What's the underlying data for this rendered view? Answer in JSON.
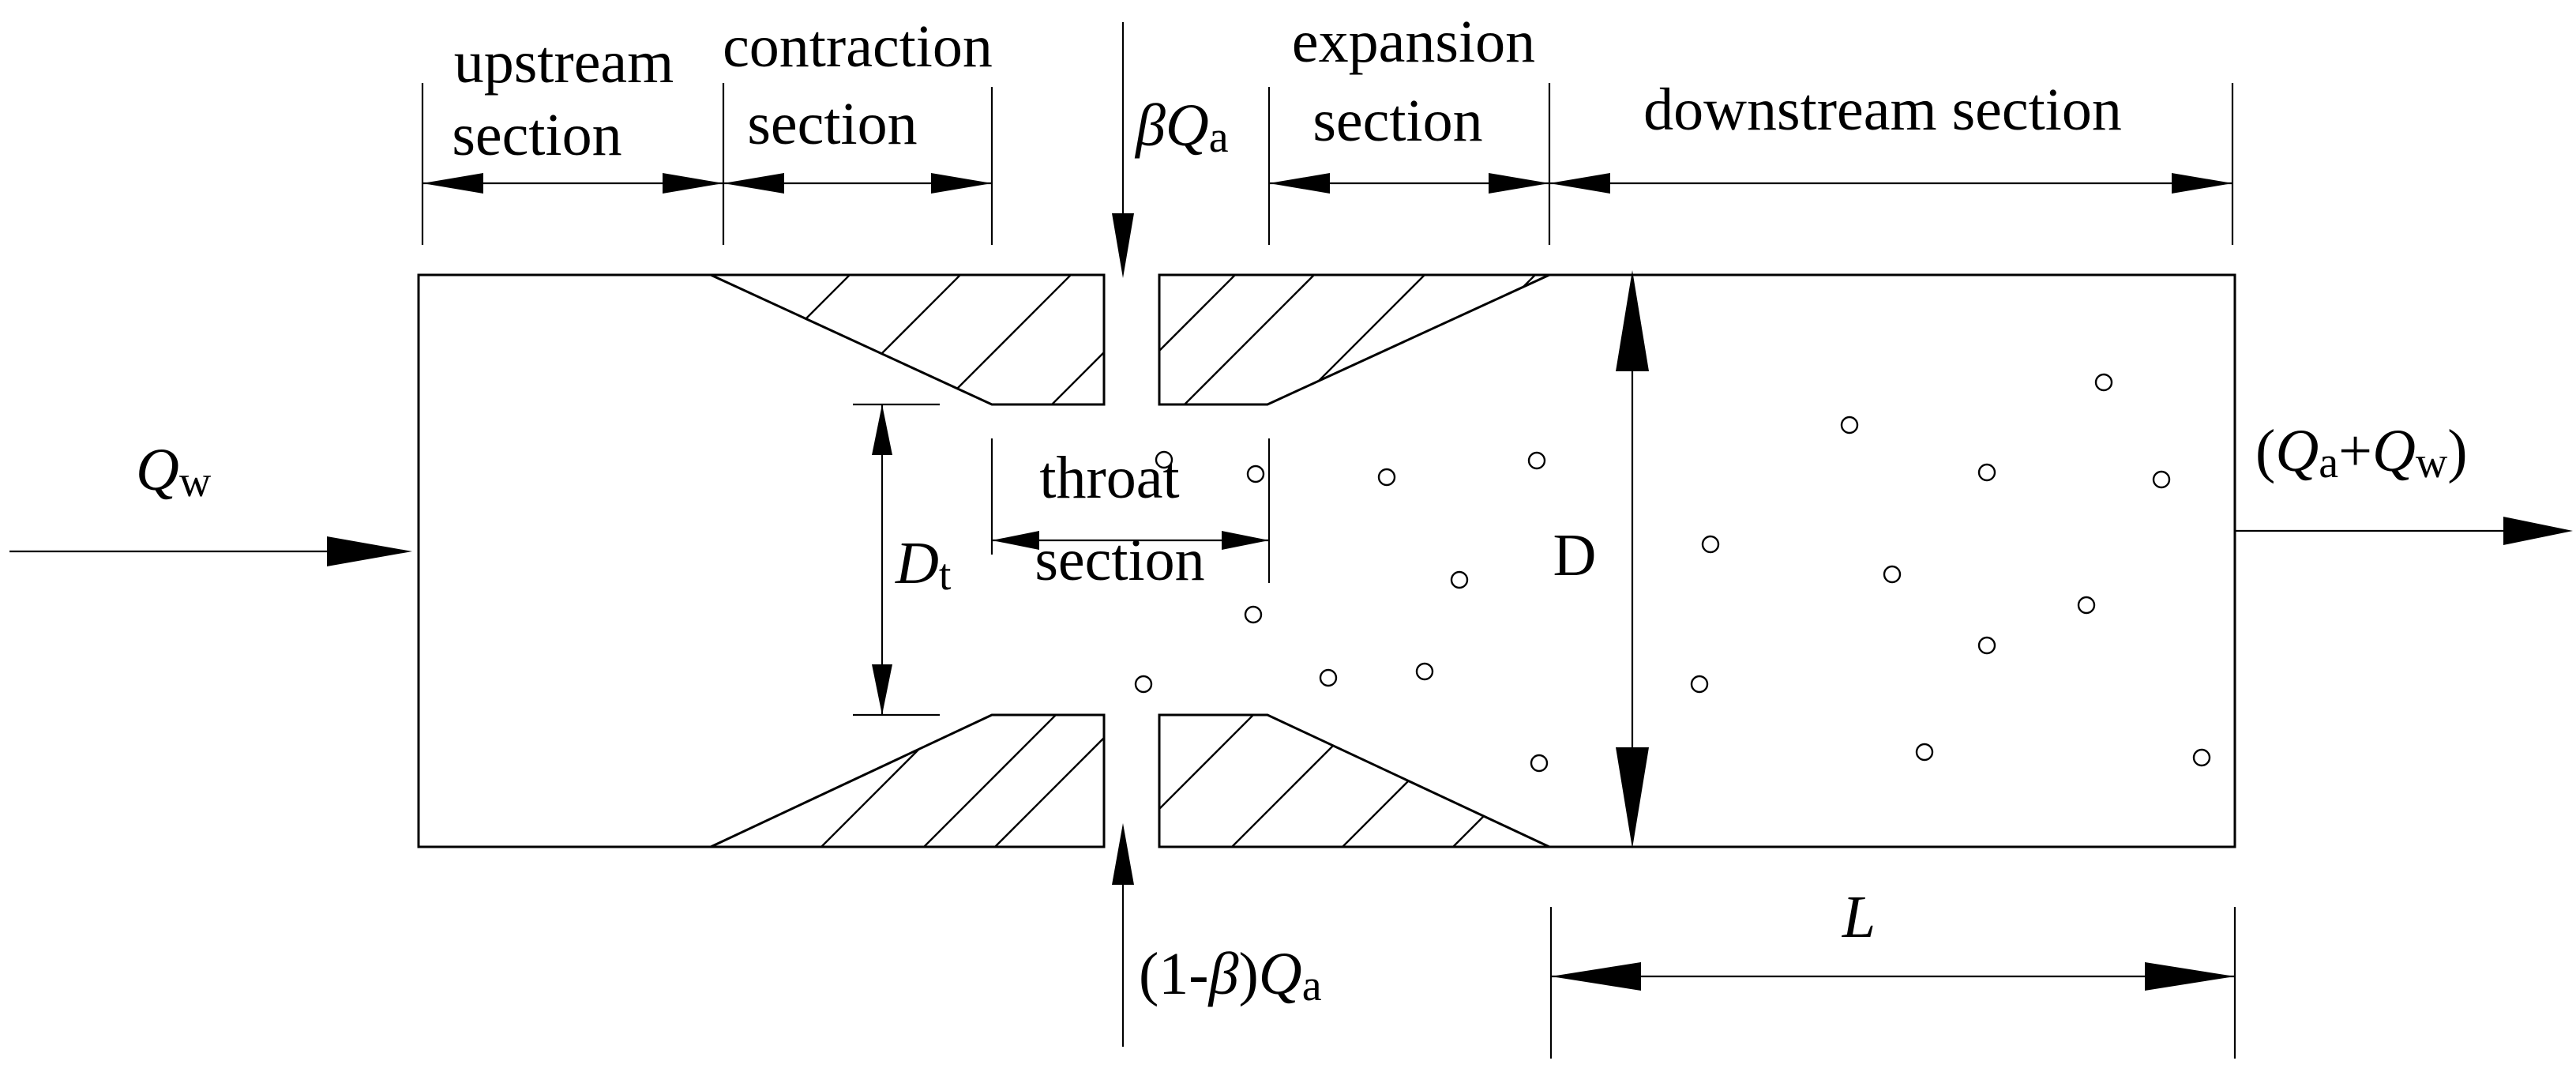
{
  "labels": {
    "upstream_1": "upstream",
    "upstream_2": "section",
    "contraction_1": "contraction",
    "contraction_2": "section",
    "expansion_1": "expansion",
    "expansion_2": "section",
    "downstream": "downstream section",
    "throat_1": "throat",
    "throat_2": "section",
    "D": "D",
    "L": "L"
  },
  "symbols": {
    "Qw": {
      "main": "Q",
      "sub": "w"
    },
    "Dt": {
      "main": "D",
      "sub": "t"
    },
    "beta_Qa": {
      "beta": "β",
      "main": "Q",
      "sub": "a"
    },
    "one_minus_beta_Qa": {
      "pre": "(1-",
      "beta": "β",
      "post": ")",
      "main": "Q",
      "sub": "a"
    },
    "Qa_plus_Qw": {
      "open": "(",
      "q1": "Q",
      "s1": "a",
      "plus": "+",
      "q2": "Q",
      "s2": "w",
      "close": ")"
    }
  }
}
